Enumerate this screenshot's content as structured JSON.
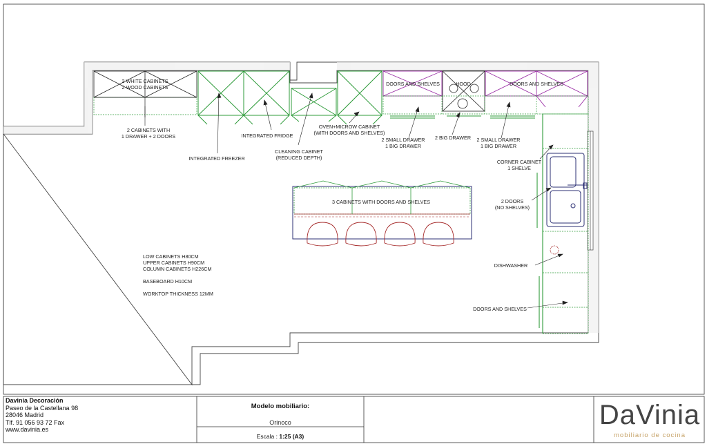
{
  "labels": {
    "white_wood_1": "2 WHITE CABINETS",
    "white_wood_2": "2 WOOD CABINETS",
    "two_cab_1": "2 CABINETS WITH",
    "two_cab_2": "1 DRAWER + 2 DOORS",
    "freezer": "INTEGRATED FREEZER",
    "fridge": "INTEGRATED FRIDGE",
    "cleaning_1": "CLEANING CABINET",
    "cleaning_2": "(REDUCED DEPTH)",
    "oven_1": "OVEN+MICROW CABINET",
    "oven_2": "(WITH DOORS AND SHELVES)",
    "doors_shelves_left": "DOORS AND SHELVES",
    "hood": "HOOD",
    "doors_shelves_right": "DOORS AND SHELVES",
    "small_drawer_a_1": "2 SMALL DRAWER",
    "small_drawer_a_2": "1 BIG DRAWER",
    "big_drawer": "2 BIG DRAWER",
    "small_drawer_b_1": "2 SMALL DRAWER",
    "small_drawer_b_2": "1 BIG DRAWER",
    "corner_1": "CORNER CABINET",
    "corner_2": "1 SHELVE",
    "two_doors_1": "2 DOORS",
    "two_doors_2": "(NO SHELVES)",
    "island": "3 CABINETS WITH DOORS AND SHELVES",
    "dishwasher": "DISHWASHER",
    "doors_shelves_bottom": "DOORS AND SHELVES"
  },
  "notes": {
    "low": "LOW CABINETS H80CM",
    "upper": "UPPER CABINETS H90CM",
    "column": "COLUMN CABINETS H226CM",
    "baseboard": "BASEBOARD H10CM",
    "worktop": "WORKTOP THICKNESS 12MM"
  },
  "title_block": {
    "company_name": "Davinia Decoración",
    "address_1": "Paseo de la Castellana 98",
    "address_2": "28046  Madrid",
    "phone": "Tlf. 91 056 93 72 Fax",
    "web": "www.davinia.es",
    "model_label": "Modelo mobiliario:",
    "model_name": "Orinoco",
    "scale_label": "Escala : ",
    "scale_value": "1:25 (A3)",
    "logo_word": "DaVinia",
    "logo_tagline": "mobiliario de cocina"
  },
  "colors": {
    "wall": "#555555",
    "green": "#2e9b3a",
    "magenta": "#9b2fa6",
    "navy": "#2b2f73",
    "red": "#a52828",
    "gold": "#c7a46a"
  }
}
